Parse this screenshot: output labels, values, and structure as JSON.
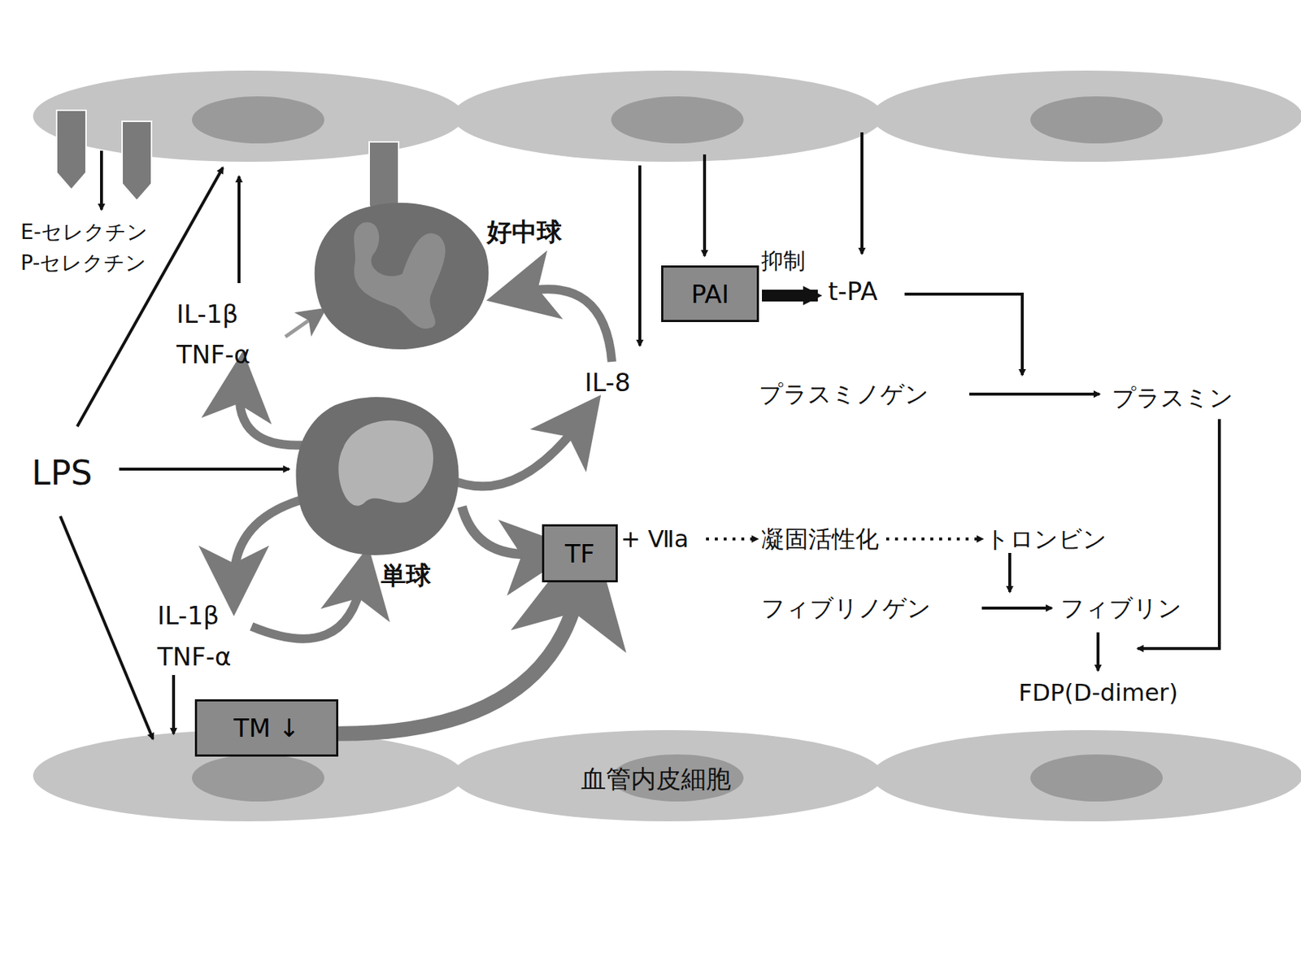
{
  "diagram": {
    "nodes": [
      {
        "text": [
          "好中球"
        ]
      },
      {
        "text": [
          "単球"
        ]
      },
      {
        "text": [
          "PAI"
        ]
      },
      {
        "text": [
          "TF"
        ]
      },
      {
        "text": [
          "TM ↓"
        ]
      }
    ],
    "edges": [
      {
        "from": 1,
        "to": 3,
        "arrow": "to"
      },
      {
        "from": 4,
        "to": 3,
        "arrow": "to"
      }
    ],
    "labels": [
      "E-セレクチン",
      "P-セレクチン",
      "IL-1β",
      "TNF-α",
      "LPS",
      "IL-8",
      "抑制",
      "t-PA",
      "プラスミノゲン",
      "プラスミン",
      "+ Ⅶa",
      "凝固活性化",
      "トロンビン",
      "フィブリノゲン",
      "フィブリン",
      "FDP(D-dimer)",
      "IL-1β",
      "TNF-α",
      "血管内皮細胞"
    ]
  }
}
